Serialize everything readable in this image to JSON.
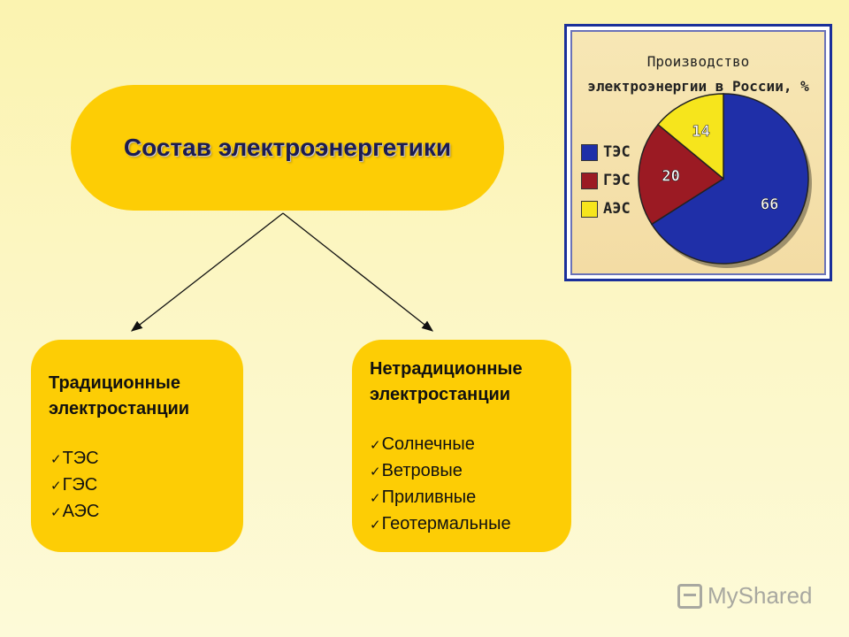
{
  "main_title": "Состав электроэнергетики",
  "traditional": {
    "title_line1": "Традиционные",
    "title_line2": "электростанции",
    "items": [
      "ТЭС",
      "ГЭС",
      "АЭС"
    ]
  },
  "nontraditional": {
    "title_line1": "Нетрадиционные",
    "title_line2": "электростанции",
    "items": [
      "Солнечные",
      "Ветровые",
      "Приливные",
      "Геотермальные"
    ]
  },
  "check_mark": "✓",
  "chart_data": {
    "type": "pie",
    "title_line1": "Производство",
    "title_line2": "электроэнергии в России, %",
    "slices": [
      {
        "label": "ТЭС",
        "value": 66,
        "color": "#1f2fa8"
      },
      {
        "label": "ГЭС",
        "value": 20,
        "color": "#9b1a23"
      },
      {
        "label": "АЭС",
        "value": 14,
        "color": "#f6e51c"
      }
    ],
    "legend_position": "left"
  },
  "watermark": "MyShared",
  "colors": {
    "box_fill": "#fdcd05",
    "chart_border": "#1a2f9a"
  }
}
